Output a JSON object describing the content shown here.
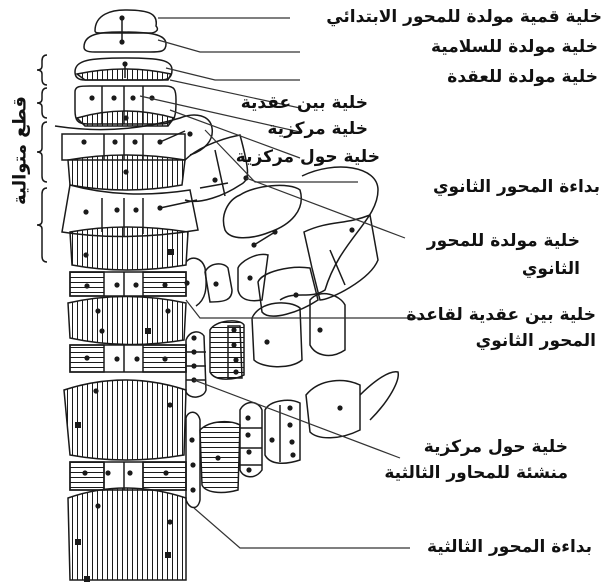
{
  "title": "نمو القمة النامية للساق",
  "side_label": "قطع متوالية",
  "labels": {
    "apical_cell": "خلية قمية مولدة للمحور الابتدائي",
    "segment_mother_cell": "خلية مولدة للسلامية",
    "node_mother_cell": "خلية مولدة للعقدة",
    "internodal_cell": "خلية بين عقدية",
    "central_cell": "خلية مركزية",
    "pericentral_cell": "خلية حول مركزية",
    "secondary_axis_primordium": "بداءة المحور الثانوي",
    "secondary_axis_mother_cell_l1": "خلية مولدة للمحور",
    "secondary_axis_mother_cell_l2": "الثانوي",
    "secondary_base_internodal_l1": "خلية بين عقدية لقاعدة",
    "secondary_base_internodal_l2": "المحور الثانوي",
    "pericentral_tertiary_l1": "خلية حول مركزية",
    "pericentral_tertiary_l2": "منشئة للمحاور الثالثية",
    "tertiary_axis_primordium": "بداءة المحور الثالثية"
  },
  "colors": {
    "ink": "#1a1a1a",
    "leader": "#333333",
    "background": "#ffffff"
  }
}
